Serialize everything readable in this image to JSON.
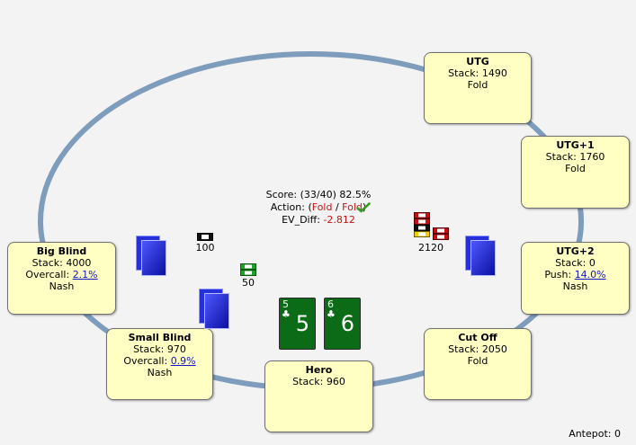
{
  "seats": {
    "utg": {
      "name": "UTG",
      "stack": "Stack: 1490",
      "action": "Fold"
    },
    "utg1": {
      "name": "UTG+1",
      "stack": "Stack: 1760",
      "action": "Fold"
    },
    "utg2": {
      "name": "UTG+2",
      "stack": "Stack: 0",
      "action_prefix": "Push:",
      "action_pct": "14.0%",
      "strategy": "Nash"
    },
    "cutoff": {
      "name": "Cut Off",
      "stack": "Stack: 2050",
      "action": "Fold"
    },
    "hero": {
      "name": "Hero",
      "stack": "Stack: 960"
    },
    "small_blind": {
      "name": "Small Blind",
      "stack": "Stack: 970",
      "action_prefix": "Overcall:",
      "action_pct": "0.9%",
      "strategy": "Nash"
    },
    "big_blind": {
      "name": "Big Blind",
      "stack": "Stack: 4000",
      "action_prefix": "Overcall:",
      "action_pct": "2.1%",
      "strategy": "Nash"
    }
  },
  "score": {
    "score_line": "Score: (33/40) 82.5%",
    "action_prefix": "Action: (",
    "action_answer": "Fold",
    "action_sep": " / ",
    "action_correct": "Fold",
    "action_suffix": ")",
    "ev_prefix": "EV_Diff: ",
    "ev_value": "-2.812"
  },
  "bets": {
    "big_blind": "100",
    "small_blind": "50",
    "utg2": "2120"
  },
  "hero_cards": [
    {
      "rank": "5",
      "suit": "♣"
    },
    {
      "rank": "6",
      "suit": "♣"
    }
  ],
  "antepot": "Antepot: 0",
  "colors": {
    "card_green": "#0b6b16",
    "seat_bg": "#ffffc4",
    "table_rail": "#7e9cbb",
    "deck_blue": "#1a20d8",
    "red_text": "#c41414"
  }
}
